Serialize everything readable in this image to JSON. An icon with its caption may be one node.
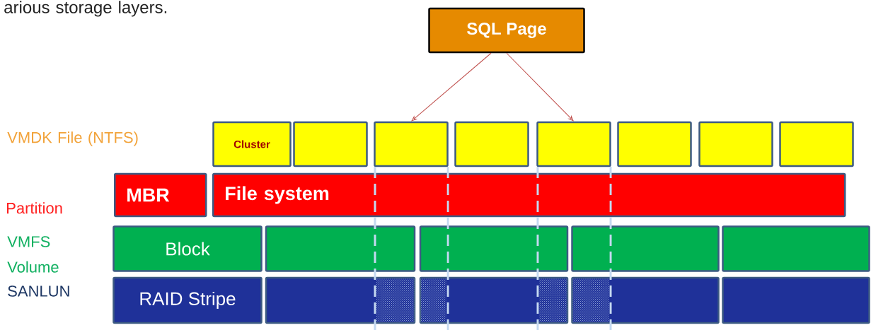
{
  "diagram": {
    "nodes": [
      {
        "text": [
          "SQL Page"
        ]
      },
      {
        "text": [
          "Cluster"
        ]
      },
      {
        "text": [],
        "shape": "box"
      },
      {
        "text": [],
        "shape": "box"
      },
      {
        "text": [],
        "shape": "box"
      },
      {
        "text": [],
        "shape": "box"
      },
      {
        "text": [],
        "shape": "box"
      },
      {
        "text": [],
        "shape": "box"
      },
      {
        "text": [],
        "shape": "box"
      },
      {
        "text": [
          "MBR"
        ]
      },
      {
        "text": [
          "File system"
        ]
      },
      {
        "text": [
          "Block"
        ]
      },
      {
        "text": [],
        "shape": "box"
      },
      {
        "text": [],
        "shape": "box"
      },
      {
        "text": [],
        "shape": "box"
      },
      {
        "text": [],
        "shape": "box"
      },
      {
        "text": [
          "RAID Stripe"
        ]
      },
      {
        "text": [],
        "shape": "box"
      },
      {
        "text": [],
        "shape": "box"
      },
      {
        "text": [],
        "shape": "box"
      },
      {
        "text": [],
        "shape": "box"
      }
    ],
    "edges": [
      {
        "from": 0,
        "to": 3,
        "arrow": "to"
      },
      {
        "from": 0,
        "to": 5,
        "arrow": "to"
      }
    ],
    "labels": [
      "arious storage layers.",
      "VMDK File (NTFS)",
      "Partition",
      "VMFS Volume",
      "SANLUN"
    ]
  }
}
